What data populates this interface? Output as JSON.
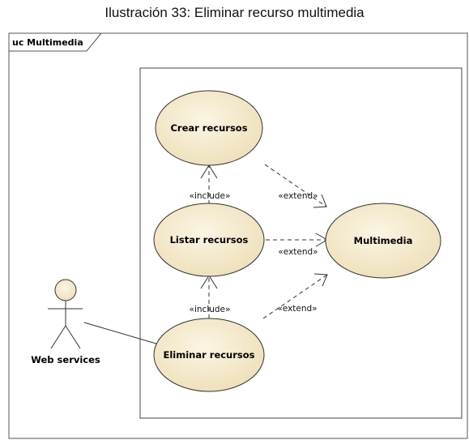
{
  "caption": "Ilustración 33: Eliminar recurso multimedia",
  "frame": {
    "label": "uc Multimedia"
  },
  "actor": {
    "name": "Web services"
  },
  "use_cases": {
    "crear": "Crear recursos",
    "listar": "Listar recursos",
    "eliminar": "Eliminar recursos",
    "multimedia": "Multimedia"
  },
  "relations": {
    "include_1": "«include»",
    "include_2": "«include»",
    "extend_1": "«extend»",
    "extend_2": "«extend»",
    "extend_3": "«extend»"
  },
  "colors": {
    "usecase_fill": "#F3E8C8",
    "line": "#333333"
  }
}
